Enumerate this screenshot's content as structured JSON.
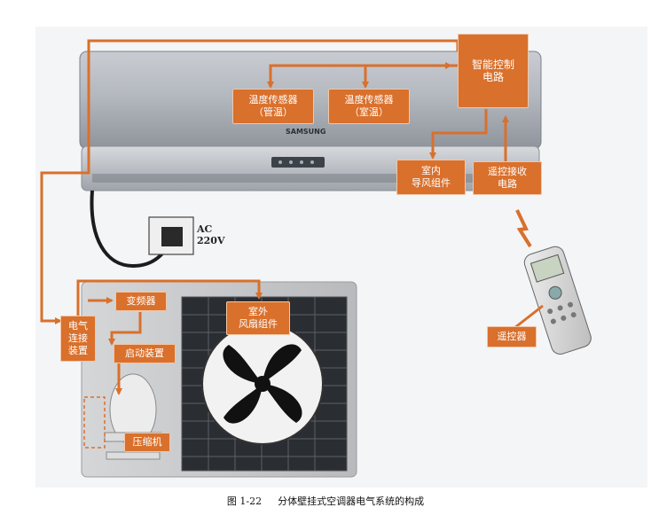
{
  "labels": {
    "smart_control": "智能控制\n电路",
    "temp_sensor_pipe": "温度传感器\n（管温）",
    "temp_sensor_room": "温度传感器\n（室温）",
    "indoor_fan": "室内\n导风组件",
    "remote_receiver": "遥控接收\n电路",
    "electric_connector": "电气\n连接\n装置",
    "inverter": "变频器",
    "outdoor_fan": "室外\n风扇组件",
    "starter": "启动装置",
    "compressor": "压缩机",
    "remote": "遥控器"
  },
  "power": {
    "line1": "AC",
    "line2": "220V"
  },
  "unit_brand": "SAMSUNG",
  "caption": {
    "fig_num": "图 1-22",
    "title": "分体壁挂式空调器电气系统的构成"
  },
  "colors": {
    "label_bg": "#d9702c",
    "arrow": "#d9702c"
  }
}
